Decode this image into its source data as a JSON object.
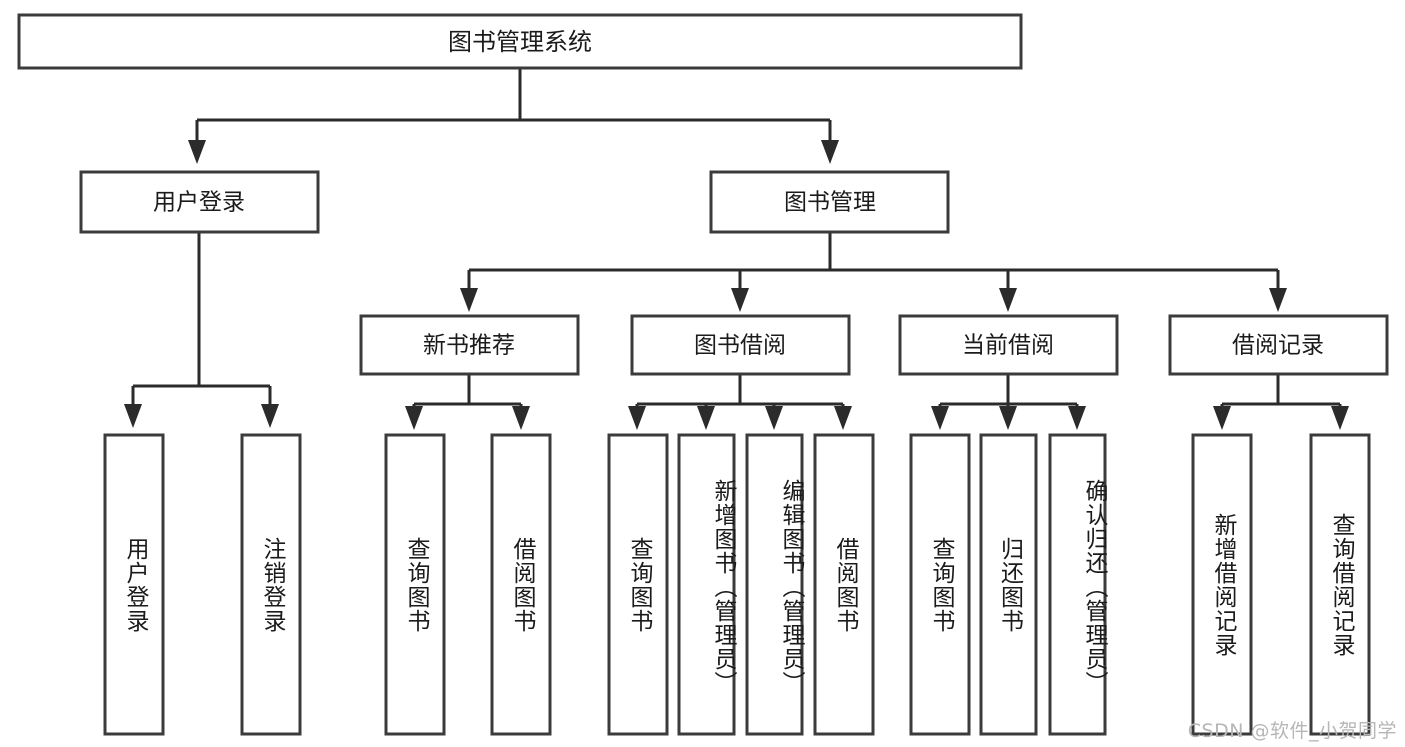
{
  "diagram": {
    "title": "图书管理系统",
    "watermark": "CSDN @软件_小贺同学",
    "colors": {
      "background": "#ffffff",
      "box_fill": "#ffffff",
      "box_stroke": "#3b3b3b",
      "connector": "#2b2b2b",
      "text": "#1b1b1b",
      "watermark": "#b6b6b6"
    },
    "levels": {
      "root": {
        "label": "图书管理系统"
      },
      "level2": [
        {
          "label": "用户登录"
        },
        {
          "label": "图书管理"
        }
      ],
      "level3": [
        {
          "label": "新书推荐"
        },
        {
          "label": "图书借阅"
        },
        {
          "label": "当前借阅"
        },
        {
          "label": "借阅记录"
        }
      ],
      "leaves": {
        "user_login": [
          {
            "label": "用户登录"
          },
          {
            "label": "注销登录"
          }
        ],
        "new_book_recommend": [
          {
            "label": "查询图书"
          },
          {
            "label": "借阅图书"
          }
        ],
        "book_borrow": [
          {
            "label": "查询图书"
          },
          {
            "label": "新增图书（管理员）"
          },
          {
            "label": "编辑图书（管理员）"
          },
          {
            "label": "借阅图书"
          }
        ],
        "current_borrow": [
          {
            "label": "查询图书"
          },
          {
            "label": "归还图书"
          },
          {
            "label": "确认归还（管理员）"
          }
        ],
        "borrow_record": [
          {
            "label": "新增借阅记录"
          },
          {
            "label": "查询借阅记录"
          }
        ]
      }
    }
  }
}
